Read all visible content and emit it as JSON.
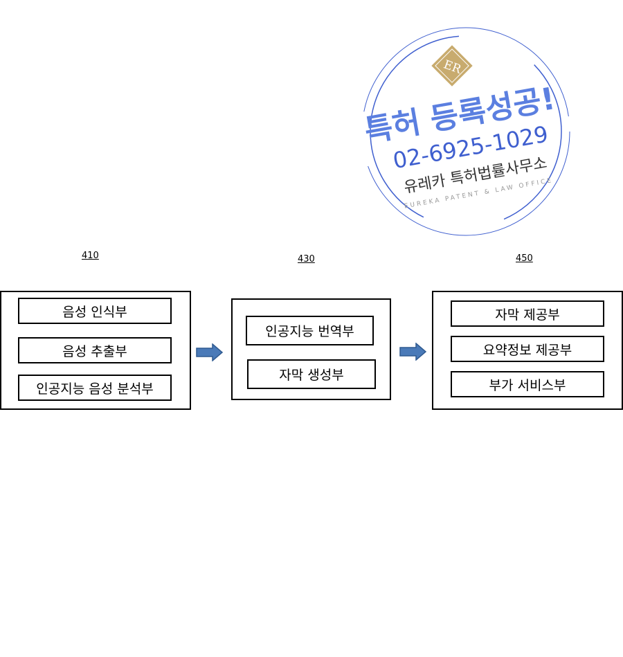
{
  "modules": [
    {
      "ref": "410",
      "units": [
        "음성 인식부",
        "음성 추출부",
        "인공지능 음성 분석부"
      ]
    },
    {
      "ref": "430",
      "units": [
        "인공지능 번역부",
        "자막 생성부"
      ]
    },
    {
      "ref": "450",
      "units": [
        "자막 제공부",
        "요약정보 제공부",
        "부가 서비스부"
      ]
    }
  ],
  "watermark": {
    "logo": "ER",
    "headline": "특허 등록성공!",
    "phone": "02-6925-1029",
    "office_ko": "유레카 특허법률사무소",
    "office_en": "EUREKA PATENT & LAW OFFICE"
  },
  "colors": {
    "arrow": "#4a7ab8",
    "watermark": "#3f5fcf",
    "logo": "#c8ab6e"
  }
}
